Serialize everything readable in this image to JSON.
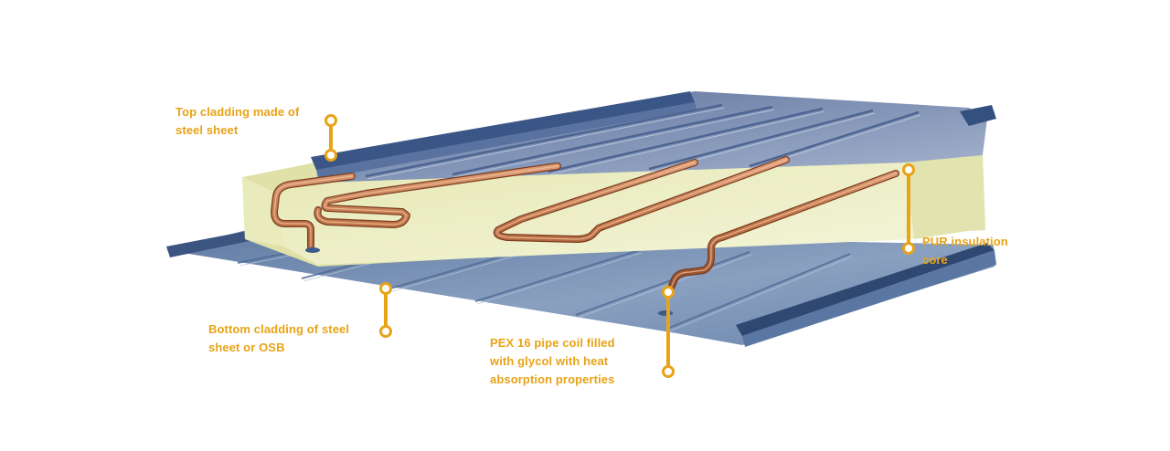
{
  "labels": {
    "top_cladding": "Top cladding made of\nsteel sheet",
    "pur_core": "PUR insulation\ncore",
    "bottom_cladding": "Bottom cladding of steel\nsheet or OSB",
    "pex_coil": "PEX 16 pipe coil filled\nwith glycol with heat\nabsorption properties"
  },
  "colors": {
    "accent": "#e8a317",
    "steel_top": "#6f84a9",
    "steel_bottom": "#7e95b6",
    "steel_dark": "#344a6e",
    "foam": "#eef0c8",
    "copper": "#c87a4c"
  }
}
